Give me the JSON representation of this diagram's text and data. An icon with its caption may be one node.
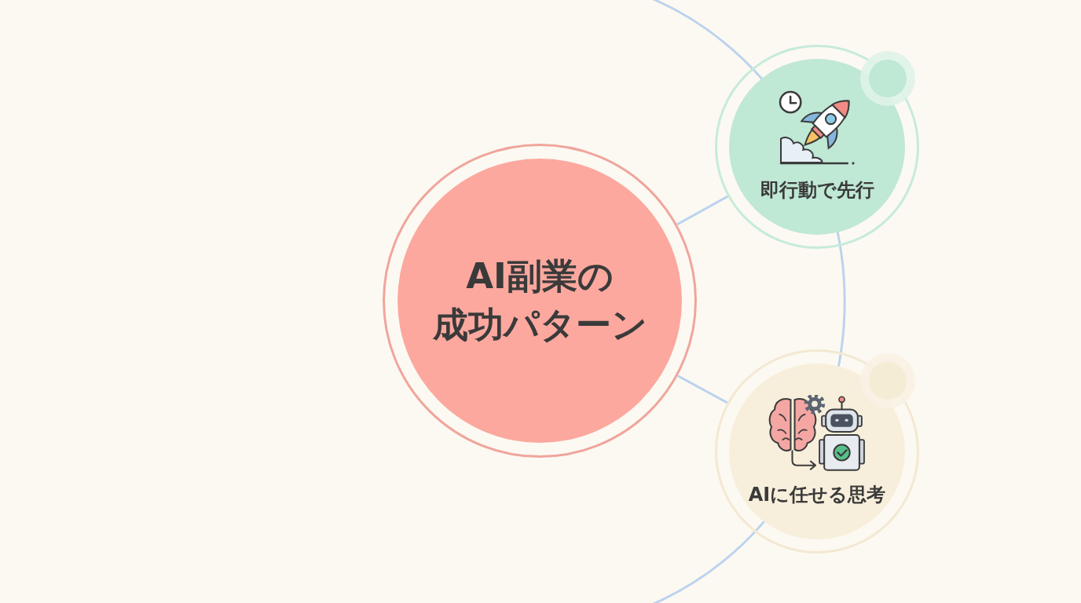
{
  "diagram": {
    "nodes": [
      {
        "text": [
          "AI副業の成功パターン"
        ]
      },
      {
        "text": [
          "即行動で先行"
        ]
      },
      {
        "text": [
          "AIに任せる思考"
        ]
      }
    ],
    "edges": [
      {
        "from": 0,
        "to": 1,
        "arrow": "none"
      },
      {
        "from": 0,
        "to": 2,
        "arrow": "none"
      }
    ]
  }
}
